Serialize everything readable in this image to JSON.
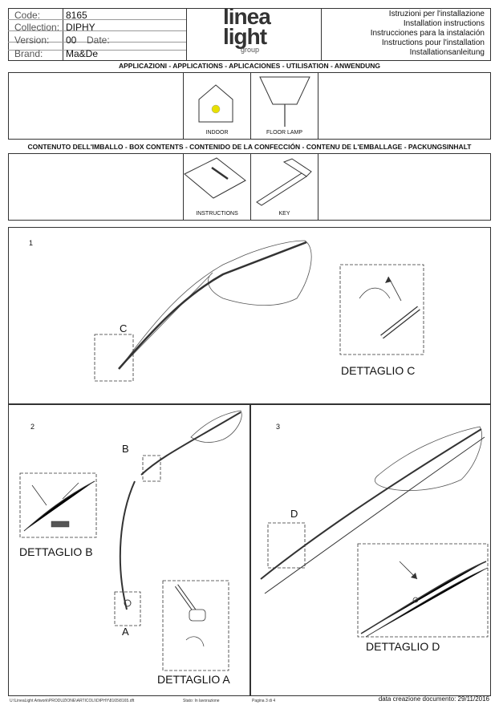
{
  "header": {
    "labels": {
      "code": "Code:",
      "collection": "Collection:",
      "version": "Version:",
      "date": "Date:",
      "brand": "Brand:"
    },
    "values": {
      "code": "8165",
      "collection": "DIPHY",
      "version": "00",
      "date": "",
      "brand": "Ma&De"
    },
    "logo": {
      "line1": "linea",
      "line2": "light",
      "line3": "group"
    },
    "instructions": [
      "Istruzioni per l'installazione",
      "Installation instructions",
      "Instrucciones para la instalación",
      "Instructions pour l'installation",
      "Installationsanleitung"
    ]
  },
  "applications": {
    "title": "APPLICAZIONI - APPLICATIONS - APLICACIONES - UTILISATION - ANWENDUNG",
    "items": [
      "INDOOR",
      "FLOOR LAMP"
    ]
  },
  "contents": {
    "title": "CONTENUTO DELL'IMBALLO - BOX CONTENTS - CONTENIDO DE LA CONFECCIÓN - CONTENU DE L'EMBALLAGE - PACKUNGSINHALT",
    "items": [
      "INSTRUCTIONS",
      "KEY"
    ]
  },
  "steps": {
    "s1": {
      "number": "1",
      "callout": "C",
      "detail": "DETTAGLIO C"
    },
    "s2": {
      "number": "2",
      "callout_b": "B",
      "callout_a": "A",
      "detail_b": "DETTAGLIO B",
      "detail_a": "DETTAGLIO A"
    },
    "s3": {
      "number": "3",
      "callout": "D",
      "detail": "DETTAGLIO D"
    }
  },
  "footer": {
    "path": "U:\\LineaLight Artwork\\PRODUZIONE\\ARTICOLI\\DIPHY\\8165\\8165.dft",
    "status": "Stato: In lavorazione",
    "page": "Pagina 3 di 4",
    "created": "data creazione documento: 29/11/2016"
  }
}
